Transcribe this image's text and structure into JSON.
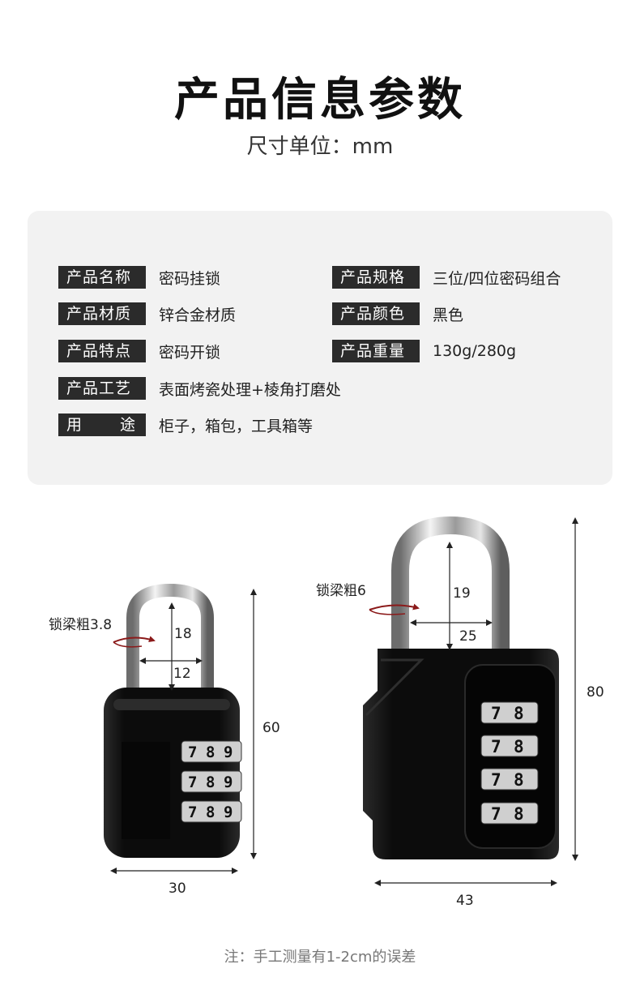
{
  "header": {
    "title": "产品信息参数",
    "subtitle": "尺寸单位：mm"
  },
  "specs": {
    "name_label": "产品名称",
    "name_value": "密码挂锁",
    "spec_label": "产品规格",
    "spec_value": "三位/四位密码组合",
    "material_label": "产品材质",
    "material_value": "锌合金材质",
    "color_label": "产品颜色",
    "color_value": "黑色",
    "feature_label": "产品特点",
    "feature_value": "密码开锁",
    "weight_label": "产品重量",
    "weight_value": "130g/280g",
    "craft_label": "产品工艺",
    "craft_value": "表面烤瓷处理+棱角打磨处",
    "use_label_a": "用",
    "use_label_b": "途",
    "use_value": "柜子，箱包，工具箱等"
  },
  "small_lock": {
    "shackle_thickness": "锁梁粗3.8",
    "shackle_height": "18",
    "shackle_width": "12",
    "body_height": "60",
    "body_width": "30",
    "dials": [
      "7",
      "8",
      "9"
    ]
  },
  "large_lock": {
    "shackle_thickness": "锁梁粗6",
    "shackle_height": "19",
    "shackle_width": "25",
    "body_height": "80",
    "body_width": "43",
    "dials": [
      "7",
      "8"
    ]
  },
  "footer": {
    "note": "注：手工测量有1-2cm的误差"
  },
  "colors": {
    "label_bg": "#2b2b2b",
    "card_bg": "#f2f2f2",
    "lock_body": "#101010",
    "arrow_red": "#8b1a1a"
  }
}
